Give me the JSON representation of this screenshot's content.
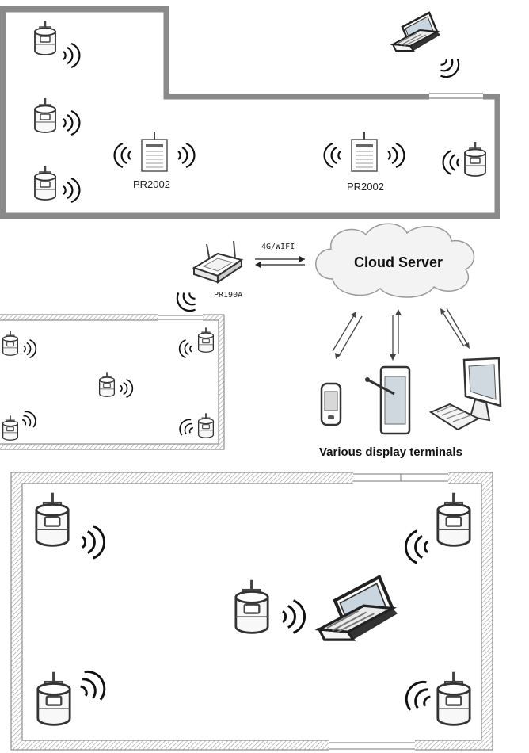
{
  "labels": {
    "pr2002_left": "PR2002",
    "pr2002_right": "PR2002",
    "pr190a": "PR190A",
    "link": "4G/WIFI",
    "cloud": "Cloud Server",
    "terminals": "Various display terminals"
  },
  "icons": [
    "sensor-icon",
    "laptop-icon",
    "gateway-icon",
    "router-icon",
    "phone-icon",
    "tablet-icon",
    "monitor-icon",
    "wifi-waves-icon"
  ]
}
